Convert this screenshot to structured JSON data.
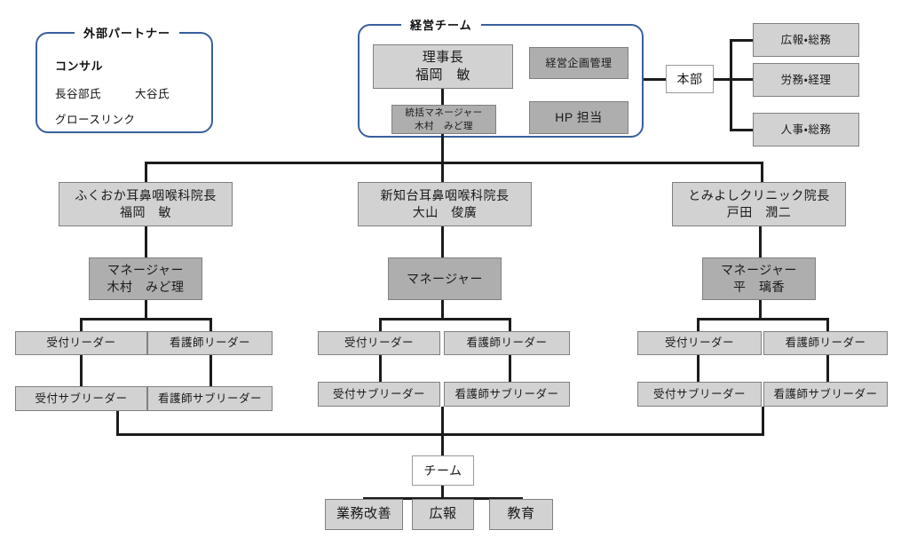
{
  "groups": {
    "external_partner": {
      "title": "外部パートナー",
      "lines": [
        {
          "text": "コンサル",
          "bold": true
        },
        {
          "text": "長谷部氏",
          "bold": false
        },
        {
          "text": "大谷氏",
          "bold": false
        },
        {
          "text": "グロースリンク",
          "bold": false
        }
      ],
      "border_color": "#3a5f9e"
    },
    "management_team": {
      "title": "経営チーム",
      "border_color": "#3a5f9e"
    }
  },
  "nodes": {
    "chairman": {
      "line1": "理事長",
      "line2": "福岡　敏"
    },
    "general_manager": {
      "line1": "統括マネージャー",
      "line2": "木村　みど理"
    },
    "planning": {
      "line1": "経営企画管理",
      "line2": ""
    },
    "hp": {
      "line1": "HP 担当",
      "line2": ""
    },
    "head_office": {
      "line1": "本部",
      "line2": ""
    },
    "dept_pr": {
      "line1": "広報・総務",
      "line2": ""
    },
    "dept_labor": {
      "line1": "労務・経理",
      "line2": ""
    },
    "dept_hr": {
      "line1": "人事・総務",
      "line2": ""
    },
    "team": {
      "line1": "チーム",
      "line2": ""
    }
  },
  "clinics": [
    {
      "director": {
        "line1": "ふくおか耳鼻咽喉科院長",
        "line2": "福岡　敏"
      },
      "manager": {
        "line1": "マネージャー",
        "line2": "木村　みど理"
      },
      "leaders": [
        {
          "line1": "受付リーダー",
          "line2": ""
        },
        {
          "line1": "看護師リーダー",
          "line2": ""
        }
      ],
      "subleaders": [
        {
          "line1": "受付サブリーダー",
          "line2": ""
        },
        {
          "line1": "看護師サブリーダー",
          "line2": ""
        }
      ]
    },
    {
      "director": {
        "line1": "新知台耳鼻咽喉科院長",
        "line2": "大山　俊廣"
      },
      "manager": {
        "line1": "マネージャー",
        "line2": ""
      },
      "leaders": [
        {
          "line1": "受付リーダー",
          "line2": ""
        },
        {
          "line1": "看護師リーダー",
          "line2": ""
        }
      ],
      "subleaders": [
        {
          "line1": "受付サブリーダー",
          "line2": ""
        },
        {
          "line1": "看護師サブリーダー",
          "line2": ""
        }
      ]
    },
    {
      "director": {
        "line1": "とみよしクリニック院長",
        "line2": "戸田　潤二"
      },
      "manager": {
        "line1": "マネージャー",
        "line2": "平　璃香"
      },
      "leaders": [
        {
          "line1": "受付リーダー",
          "line2": ""
        },
        {
          "line1": "看護師リーダー",
          "line2": ""
        }
      ],
      "subleaders": [
        {
          "line1": "受付サブリーダー",
          "line2": ""
        },
        {
          "line1": "看護師サブリーダー",
          "line2": ""
        }
      ]
    }
  ],
  "team_children": [
    {
      "line1": "業務改善",
      "line2": ""
    },
    {
      "line1": "広報",
      "line2": ""
    },
    {
      "line1": "教育",
      "line2": ""
    }
  ],
  "colors": {
    "box_fill_light": "#d2d2d2",
    "box_fill_dark": "#aeaeae",
    "box_fill_white": "#ffffff",
    "box_border": "#808080",
    "connector": "#1c1c1c",
    "group_border": "#3a5f9e",
    "text": "#1a1a1a",
    "background": "#ffffff"
  }
}
